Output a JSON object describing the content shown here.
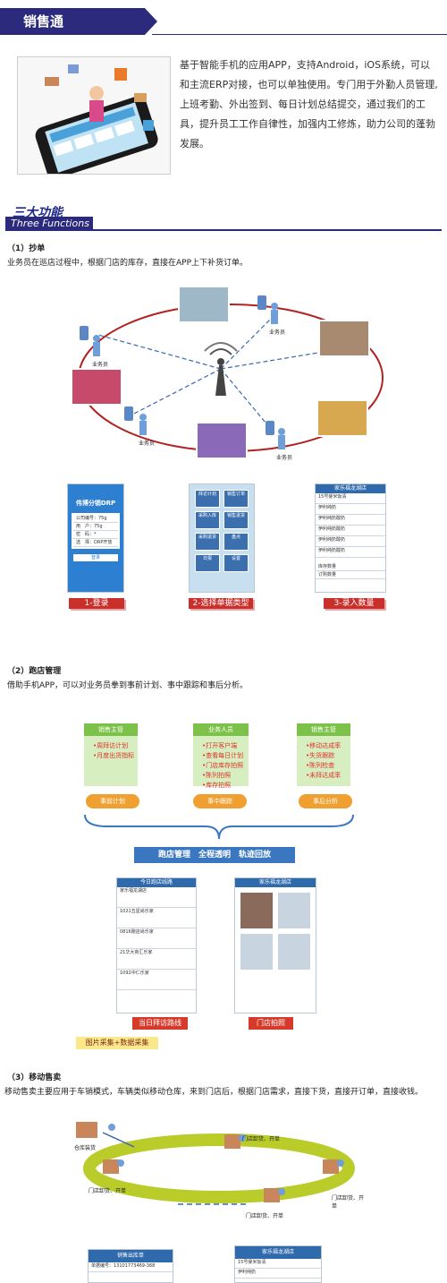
{
  "header": {
    "banner_title": "销售通"
  },
  "intro": {
    "text": "基于智能手机的应用APP，支持Android，iOS系统，可以和主流ERP对接，也可以单独使用。专门用于外勤人员管理,上班考勤、外出签到、每日计划总结提交，通过我们的工具，提升员工工作自律性，加强内工修炼，助力公司的蓬勃发展。"
  },
  "three_functions": {
    "title": "三大功能",
    "subtitle": "Three Functions"
  },
  "section1": {
    "heading": "（1）抄单",
    "desc": "业务员在巡店过程中，根据门店的库存，直接在APP上下补货订单。",
    "salesman_label": "业务员",
    "screens": {
      "login_title": "伟博分销DRP",
      "login_fields": [
        "公司编号：75g",
        "用　户：75g",
        "密　码：*",
        "选　择：DRP开放"
      ],
      "login_button": "登录",
      "tiles": [
        "拜访计划",
        "销售订单",
        "采购入库",
        "销售退货",
        "采购退货",
        "盘点",
        "日报",
        "设置"
      ],
      "list_title": "家乐福龙湖店",
      "list_rows": [
        "15号婴米饭清",
        "伊利纯奶",
        "伊利纯奶酸奶",
        "伊利纯奶酸奶",
        "伊利纯奶酸奶",
        "伊利纯奶酸奶"
      ],
      "list_footer": [
        "库存数量",
        "订购数量"
      ]
    },
    "captions": [
      "1-登录",
      "2-选择单据类型",
      "3-录入数量"
    ]
  },
  "section2": {
    "heading": "（2）跑店管理",
    "desc": "借助手机APP，可以对业务员拳到事前计划、事中跟踪和事后分析。",
    "houses": [
      {
        "head": "销售主管",
        "items": [
          "•周拜访计划",
          "•月度出货指标"
        ],
        "button": "事前计划"
      },
      {
        "head": "业务人员",
        "items": [
          "•打开客户端",
          "•查看每日计划",
          "•门店库存拍照",
          "•陈列拍照",
          "•库存拍照"
        ],
        "button": "事中跟踪"
      },
      {
        "head": "销售主管",
        "items": [
          "•移动达成率",
          "•失货跟踪",
          "•陈列检查",
          "•未拜达成率"
        ],
        "button": "事后分析"
      }
    ],
    "bar_text": "跑店管理　全程透明　轨迹回放",
    "left_screen_title": "今日跑店线路",
    "left_screen_rows": [
      "家乐福龙湖店",
      "1021五星尚乐家",
      "0816跑店尚乐家",
      "21华大商汇乐家",
      "1092中仁乐家"
    ],
    "right_screen_title": "家乐福龙湖店",
    "labels": [
      "当日拜访路线",
      "门店拍照"
    ],
    "yellow_note": "图片采集+数据采集"
  },
  "section3": {
    "heading": "（3）移动售卖",
    "desc": "移动售卖主要应用于车销模式，车辆类似移动仓库，来到门店后，根据门店需求，直接下货，直接开订单，直接收钱。",
    "labels": [
      "仓库装货",
      "门店卸货、开单",
      "门店卸货、开单",
      "门店卸货、开单",
      "门店卸货、开单"
    ],
    "bottom_left_title": "销售出库单",
    "bottom_left_row": "单据编号：13101773469-368",
    "bottom_right_title": "家乐福龙湖店",
    "bottom_right_rows": [
      "15号婴米饭清",
      "伊利纯奶"
    ]
  },
  "colors": {
    "navy": "#2b2a7d",
    "red": "#c9302c",
    "green": "#7cc24a",
    "orange": "#f0a030",
    "blue": "#3a77c0"
  }
}
